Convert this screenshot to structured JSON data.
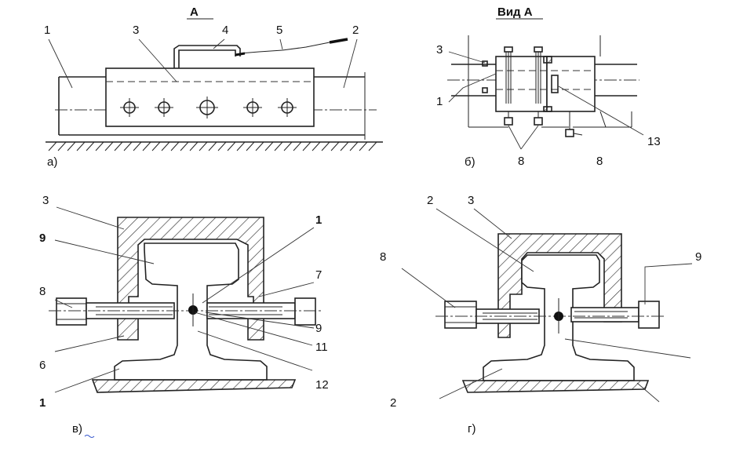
{
  "headers": {
    "a": "А",
    "vid_a": "Вид А"
  },
  "captions": {
    "a": "а)",
    "b": "б)",
    "v": "в)",
    "g": "г)"
  },
  "panel_a": {
    "labels": [
      "1",
      "3",
      "4",
      "5",
      "2"
    ]
  },
  "panel_b": {
    "labels": [
      "3",
      "1",
      "13",
      "8",
      "8"
    ]
  },
  "panel_v": {
    "labels": [
      "3",
      "9",
      "8",
      "6",
      "1",
      "1",
      "7",
      "9",
      "11",
      "12"
    ]
  },
  "panel_g": {
    "labels": [
      "2",
      "3",
      "8",
      "9",
      "2"
    ]
  }
}
